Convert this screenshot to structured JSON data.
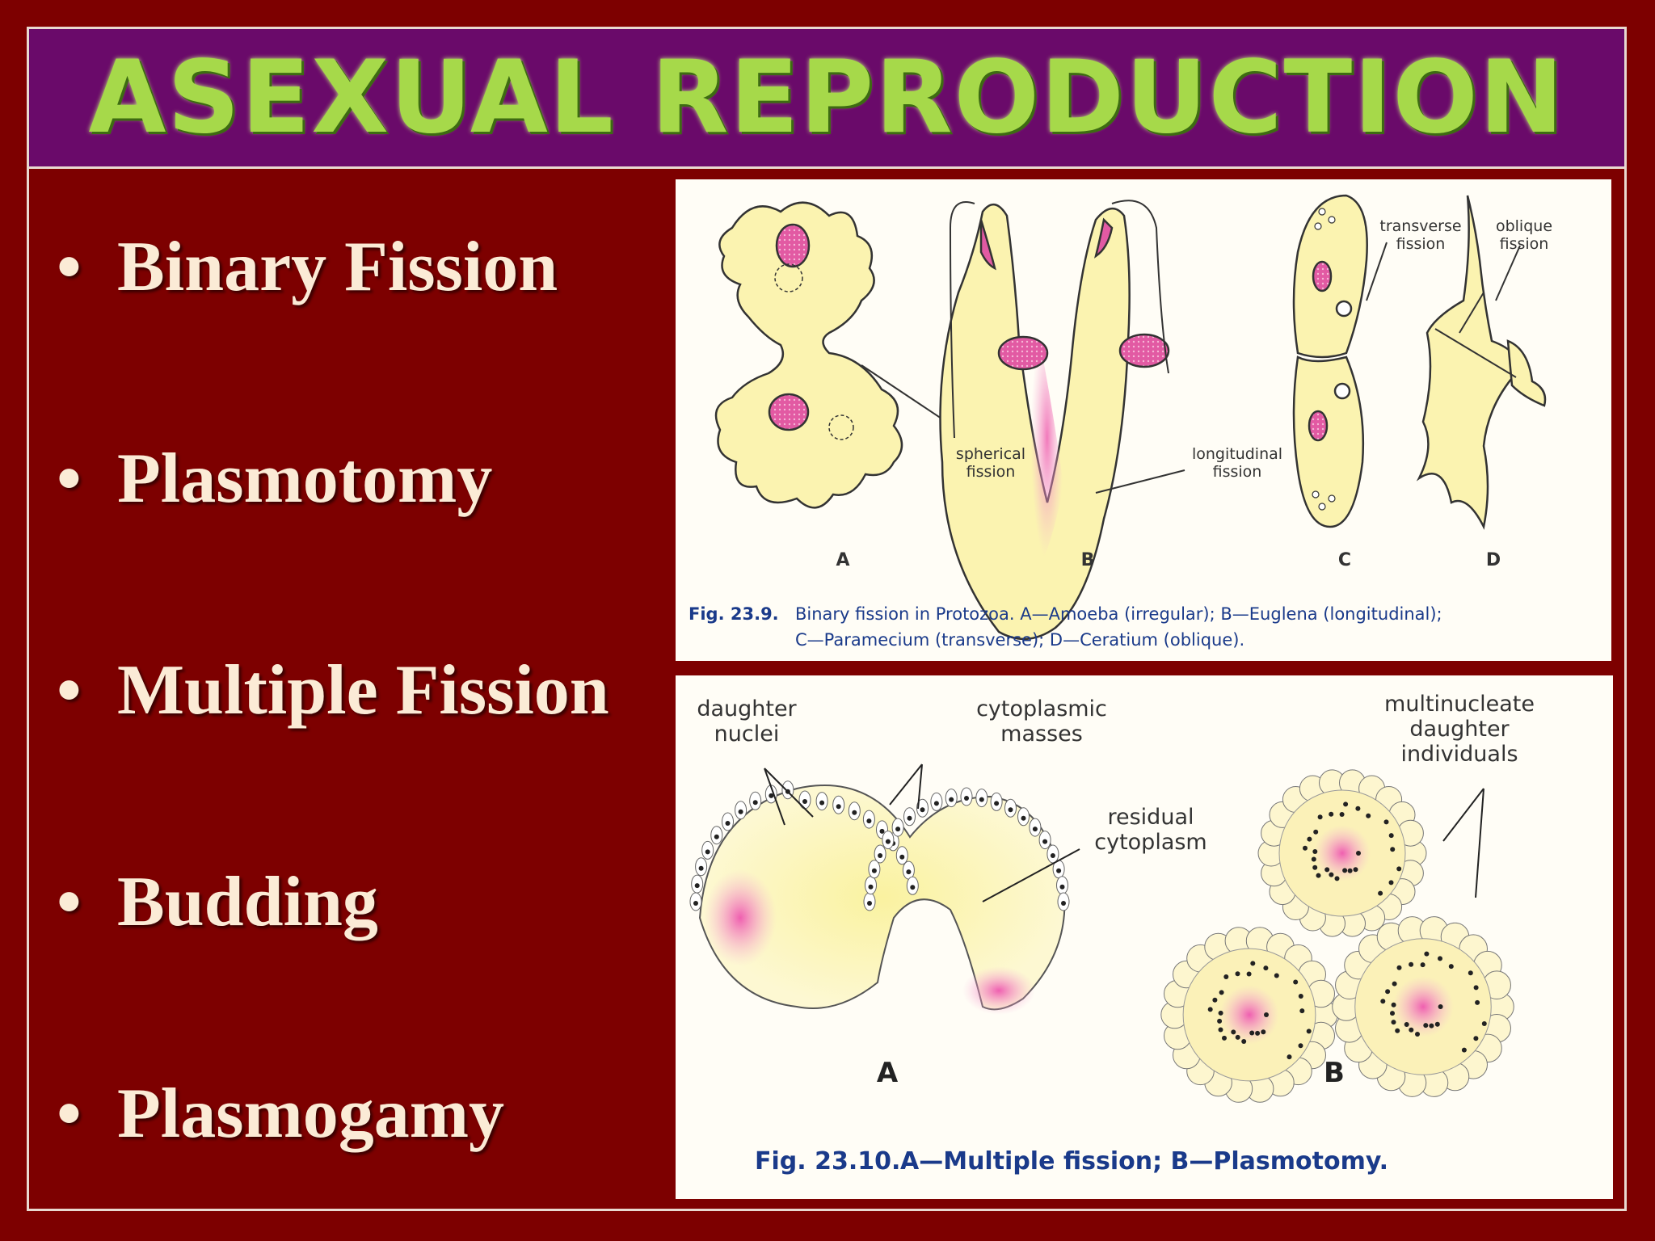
{
  "title": "ASEXUAL REPRODUCTION",
  "bullet_symbol": "•",
  "bullets": [
    "Binary Fission",
    "Plasmotomy",
    "Multiple Fission",
    "Budding",
    "Plasmogamy"
  ],
  "figure1": {
    "labels": {
      "spherical_fission": "spherical\nfission",
      "longitudinal_fission": "longitudinal\nfission",
      "transverse_fission": "transverse\nfission",
      "oblique_fission": "oblique\nfission"
    },
    "panel_letters": [
      "A",
      "B",
      "C",
      "D"
    ],
    "caption": {
      "fig": "Fig. 23.9.",
      "line1": "Binary fission in Protozoa. A—Amoeba (irregular); B—Euglena (longitudinal);",
      "line2": "C—Paramecium (transverse); D—Ceratium (oblique)."
    }
  },
  "figure2": {
    "labels": {
      "daughter_nuclei": "daughter\nnuclei",
      "cytoplasmic_masses": "cytoplasmic\nmasses",
      "residual_cytoplasm": "residual\ncytoplasm",
      "multinucleate": "multinucleate\ndaughter\nindividuals"
    },
    "panel_letters": [
      "A",
      "B"
    ],
    "caption": {
      "fig": "Fig. 23.10.",
      "text": "A—Multiple fission; B—Plasmotomy."
    }
  },
  "colors": {
    "background": "#7d0000",
    "title_bar": "#6a0a6a",
    "title_text": "#a6d94a",
    "bullet_text": "#fbebd6",
    "cell_fill": "#fbf3b0",
    "nucleus": "#d94a9a",
    "caption": "#1a3a8a"
  }
}
